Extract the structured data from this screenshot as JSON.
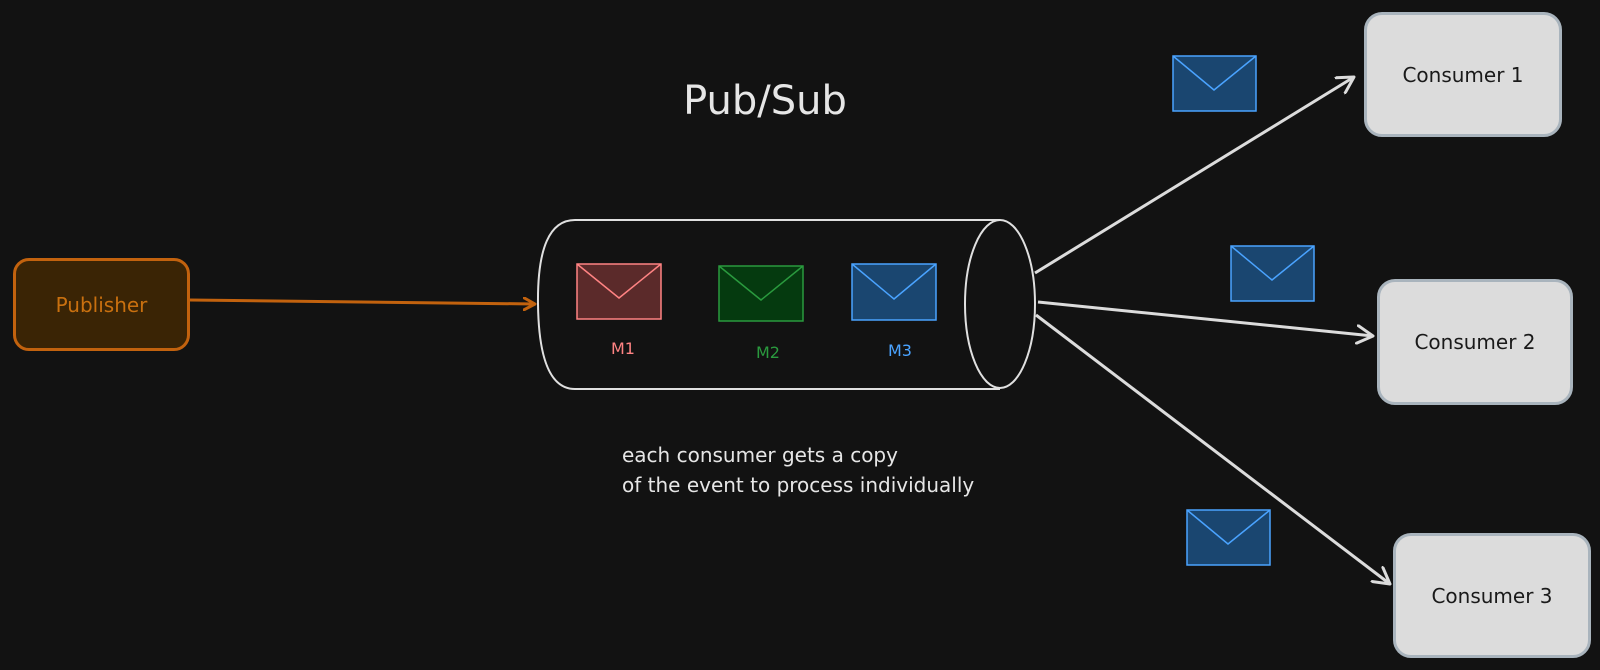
{
  "title": "Pub/Sub",
  "publisher": {
    "label": "Publisher"
  },
  "queue": {
    "messages": [
      {
        "label": "M1",
        "color": "#ff8383",
        "fill": "#5b2a2a"
      },
      {
        "label": "M2",
        "color": "#2a9a3e",
        "fill": "#053a0f"
      },
      {
        "label": "M3",
        "color": "#4aa3ff",
        "fill": "#1a4670"
      }
    ]
  },
  "note": {
    "line1": "each consumer gets a copy",
    "line2": "of the event to process individually"
  },
  "consumers": [
    {
      "label": "Consumer 1"
    },
    {
      "label": "Consumer 2"
    },
    {
      "label": "Consumer 3"
    }
  ],
  "colors": {
    "background": "#121212",
    "publisher_stroke": "#c2620e",
    "arrow_publisher": "#c2620e",
    "arrow_consumer": "#dcdcdc",
    "copy_envelope_stroke": "#4aa3ff",
    "copy_envelope_fill": "#1a4670"
  },
  "icons": [
    "envelope-icon"
  ]
}
